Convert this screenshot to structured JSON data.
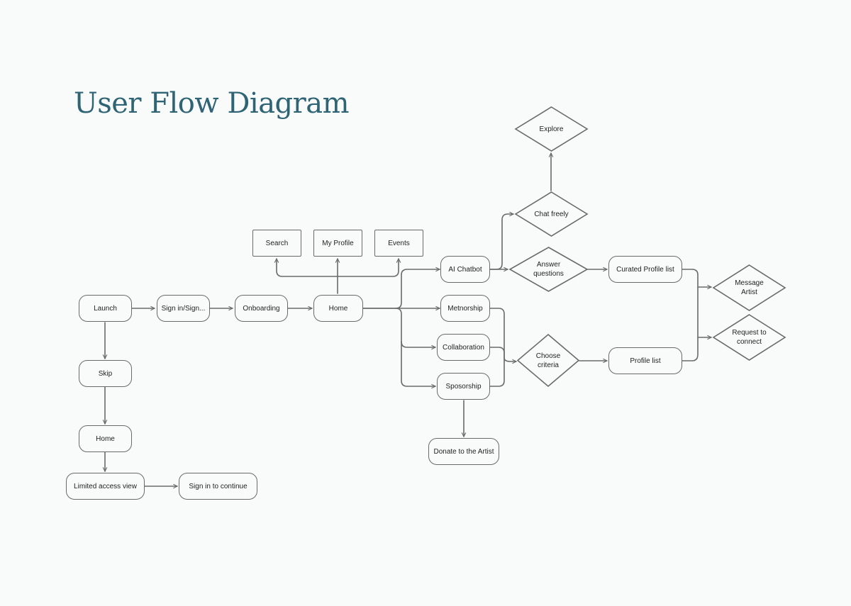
{
  "title": "User Flow Diagram",
  "colors": {
    "title": "#2f6474",
    "stroke": "#6a6a6a",
    "background": "#f9fafa",
    "text": "#1f1f1f"
  },
  "nodes": {
    "launch": "Launch",
    "sign_in_up": "Sign in/Sign...",
    "onboarding": "Onboarding",
    "home": "Home",
    "search": "Search",
    "my_profile": "My Profile",
    "events": "Events",
    "skip": "Skip",
    "home_limited": "Home",
    "limited_access_view": "Limited access view",
    "sign_in_to_continue": "Sign in to continue",
    "ai_chatbot": "AI Chatbot",
    "mentorship": "Metnorship",
    "collaboration": "Collaboration",
    "sponsorship": "Sposorship",
    "donate_to_artist": "Donate to the Artist",
    "explore": "Explore",
    "chat_freely": "Chat freely",
    "answer_questions": "Answer\nquestions",
    "choose_criteria": "Choose\ncriteria",
    "curated_profile_list": "Curated Profile list",
    "profile_list": "Profile list",
    "message_artist": "Message\nArtist",
    "request_to_connect": "Request to\nconnect"
  }
}
